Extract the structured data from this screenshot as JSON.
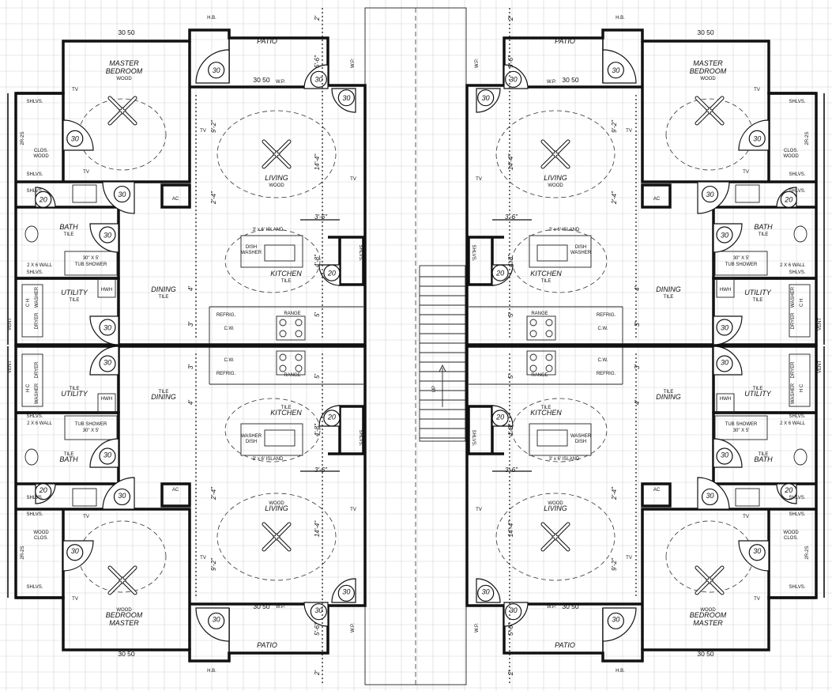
{
  "plan": {
    "stair": {
      "label": "UP"
    },
    "units": [
      {
        "id": "top-left",
        "patio": "PATIO",
        "master_bedroom": "MASTER BEDROOM",
        "master_floor": "WOOD",
        "living": "LIVING",
        "living_floor": "WOOD",
        "kitchen": "KITCHEN",
        "kitchen_floor": "TILE",
        "dining": "DINING",
        "dining_floor": "TILE",
        "bath": "BATH",
        "bath_floor": "TILE",
        "utility": "UTILITY",
        "utility_floor": "TILE",
        "closet": "CLOS.",
        "closet_floor": "WOOD",
        "island": "3' x 6' ISLAND",
        "dishwasher": "DISH WASHER",
        "refrigerator": "REFRIG.",
        "range": "RANGE",
        "cw": "C.W.",
        "ac": "AC",
        "hwh": "HWH",
        "washer": "WASHER",
        "dryer": "DRYER",
        "ch": "C H",
        "tub": "30\" X 5' TUB SHOWER",
        "shelves": "SHLVS.",
        "wall_note": "2 X 6 WALL",
        "hb": "H.B.",
        "wp": "W.P.",
        "tv": "TV",
        "vent": "VENT",
        "rod": "2R-2S",
        "door_sizes": [
          "30",
          "30",
          "30",
          "30",
          "30",
          "20",
          "30",
          "30",
          "20"
        ],
        "window": "30 50",
        "dims": [
          "2'",
          "5'-6\"",
          "9'-2\"",
          "14'-4\"",
          "2'-4\"",
          "3'-6\"",
          "4'-8\"",
          "4'",
          "3'",
          "5'"
        ]
      },
      {
        "id": "top-right",
        "patio": "PATIO",
        "master_bedroom": "MASTER BEDROOM",
        "master_floor": "WOOD",
        "living": "LIVING",
        "living_floor": "WOOD",
        "kitchen": "KITCHEN",
        "kitchen_floor": "TILE",
        "dining": "DINING",
        "dining_floor": "TILE",
        "bath": "BATH",
        "bath_floor": "TILE",
        "utility": "UTILITY",
        "utility_floor": "TILE",
        "closet": "CLOS.",
        "closet_floor": "WOOD",
        "island": "3' x 6' ISLAND",
        "dishwasher": "DISH WASHER",
        "refrigerator": "REFRIG.",
        "range": "RANGE",
        "cw": "C.W.",
        "ac": "AC",
        "hwh": "HWH",
        "washer": "WASHER",
        "dryer": "DRYER",
        "ch": "C H",
        "tub": "30\" X 5' TUB SHOWER",
        "shelves": "SHLVS.",
        "wall_note": "2 X 6 WALL",
        "hb": "H.B.",
        "wp": "W.P.",
        "tv": "TV",
        "vent": "VENT",
        "rod": "2R-2S",
        "door_sizes": [
          "30",
          "30",
          "30",
          "30",
          "30",
          "20",
          "30",
          "30",
          "20"
        ],
        "window": "30 50",
        "dims": [
          "2'",
          "5'-6\"",
          "9'-2\"",
          "14'-4\"",
          "2'-4\"",
          "3'-6\"",
          "4'-8\"",
          "4'",
          "3'",
          "5'"
        ]
      },
      {
        "id": "bottom-left",
        "patio": "PATIO",
        "master_bedroom": "MASTER BEDROOM",
        "master_floor": "WOOD",
        "living": "LIVING",
        "living_floor": "WOOD",
        "kitchen": "KITCHEN",
        "kitchen_floor": "TILE",
        "dining": "DINING",
        "dining_floor": "TILE",
        "bath": "BATH",
        "bath_floor": "TILE",
        "utility": "UTILITY",
        "utility_floor": "TILE",
        "closet": "CLOS.",
        "closet_floor": "WOOD",
        "island": "3' x 6' ISLAND",
        "dishwasher": "DISH WASHER",
        "refrigerator": "REFRIG.",
        "range": "RANGE",
        "cw": "C.W.",
        "ac": "AC",
        "hwh": "HWH",
        "washer": "WASHER",
        "dryer": "DRYER",
        "ch": "H C",
        "tub": "30\" X 5' TUB SHOWER",
        "shelves": "SHLVS.",
        "wall_note": "2 X 6 WALL",
        "hb": "H.B.",
        "wp": "W.P.",
        "tv": "TV",
        "vent": "VENT",
        "rod": "2R-2S",
        "door_sizes": [
          "30",
          "30",
          "30",
          "30",
          "30",
          "20",
          "30",
          "30",
          "20"
        ],
        "window": "30 50",
        "dims": [
          "2'",
          "5'-6\"",
          "9'-2\"",
          "14'-4\"",
          "2'-4\"",
          "3'-6\"",
          "4'-8\"",
          "4'",
          "3'",
          "5'"
        ]
      },
      {
        "id": "bottom-right",
        "patio": "PATIO",
        "master_bedroom": "MASTER BEDROOM",
        "master_floor": "WOOD",
        "living": "LIVING",
        "living_floor": "WOOD",
        "kitchen": "KITCHEN",
        "kitchen_floor": "TILE",
        "dining": "DINING",
        "dining_floor": "TILE",
        "bath": "BATH",
        "bath_floor": "TILE",
        "utility": "UTILITY",
        "utility_floor": "TILE",
        "closet": "CLOS.",
        "closet_floor": "WOOD",
        "island": "3' x 6' ISLAND",
        "dishwasher": "DISH WASHER",
        "refrigerator": "REFRIG.",
        "range": "RANGE",
        "cw": "C.W.",
        "ac": "AC",
        "hwh": "HWH",
        "washer": "WASHER",
        "dryer": "DRYER",
        "ch": "H C",
        "tub": "30\" X 5' TUB SHOWER",
        "shelves": "SHLVS.",
        "wall_note": "2 X 6 WALL",
        "hb": "H.B.",
        "wp": "W.P.",
        "tv": "TV",
        "vent": "VENT",
        "rod": "2R-2S",
        "door_sizes": [
          "30",
          "30",
          "30",
          "30",
          "30",
          "20",
          "30",
          "30",
          "20"
        ],
        "window": "30 50",
        "dims": [
          "2'",
          "5'-6\"",
          "9'-2\"",
          "14'-4\"",
          "2'-4\"",
          "3'-6\"",
          "4'-8\"",
          "4'",
          "3'",
          "5'"
        ]
      }
    ]
  }
}
